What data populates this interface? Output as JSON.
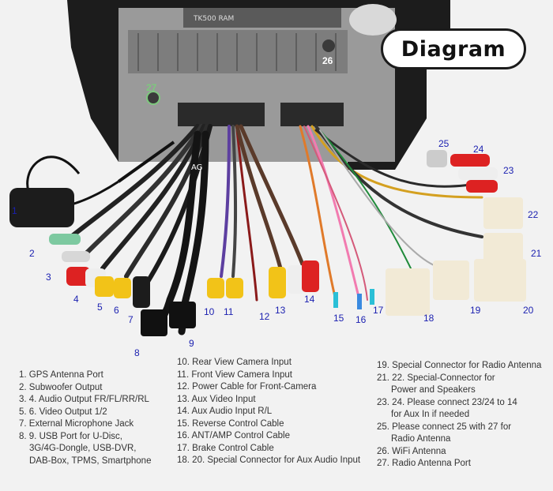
{
  "title": "Diagram",
  "unit_labels": {
    "model_text": "TK500 RAM",
    "side_text": "AG"
  },
  "callouts": [
    {
      "id": "1",
      "text": "1"
    },
    {
      "id": "2",
      "text": "2"
    },
    {
      "id": "3",
      "text": "3"
    },
    {
      "id": "4",
      "text": "4"
    },
    {
      "id": "5",
      "text": "5"
    },
    {
      "id": "6",
      "text": "6"
    },
    {
      "id": "7",
      "text": "7"
    },
    {
      "id": "8",
      "text": "8"
    },
    {
      "id": "9",
      "text": "9"
    },
    {
      "id": "10",
      "text": "10"
    },
    {
      "id": "11",
      "text": "11"
    },
    {
      "id": "12",
      "text": "12"
    },
    {
      "id": "13",
      "text": "13"
    },
    {
      "id": "14",
      "text": "14"
    },
    {
      "id": "15",
      "text": "15"
    },
    {
      "id": "16",
      "text": "16"
    },
    {
      "id": "17",
      "text": "17"
    },
    {
      "id": "18",
      "text": "18"
    },
    {
      "id": "19",
      "text": "19"
    },
    {
      "id": "20",
      "text": "20"
    },
    {
      "id": "21",
      "text": "21"
    },
    {
      "id": "22",
      "text": "22"
    },
    {
      "id": "23",
      "text": "23"
    },
    {
      "id": "24",
      "text": "24"
    },
    {
      "id": "25",
      "text": "25"
    },
    {
      "id": "26",
      "text": "26"
    },
    {
      "id": "27",
      "text": "27"
    }
  ],
  "legend": {
    "col1": [
      "1. GPS Antenna Port",
      "2. Subwoofer Output",
      "3. 4. Audio Output FR/FL/RR/RL",
      "5. 6. Video Output 1/2",
      "7. External Microphone Jack",
      "8. 9. USB Port for U-Disc,",
      "3G/4G-Dongle, USB-DVR,",
      "DAB-Box, TPMS, Smartphone"
    ],
    "col2": [
      "10. Rear View Camera Input",
      "11. Front View Camera Input",
      "12. Power Cable for Front-Camera",
      "13. Aux Video Input",
      "14. Aux Audio Input R/L",
      "15. Reverse Control Cable",
      "16. ANT/AMP Control Cable",
      "17. Brake Control Cable",
      "18. 20. Special Connector for Aux Audio Input"
    ],
    "col3": [
      "19. Special Connector for Radio Antenna",
      "21. 22. Special-Connector for",
      "Power and Speakers",
      "23. 24. Please connect 23/24 to 14",
      "for Aux In if needed",
      "25. Please connect 25 with 27 for",
      "Radio Antenna",
      "26. WiFi Antenna",
      "27. Radio Antenna Port"
    ]
  }
}
